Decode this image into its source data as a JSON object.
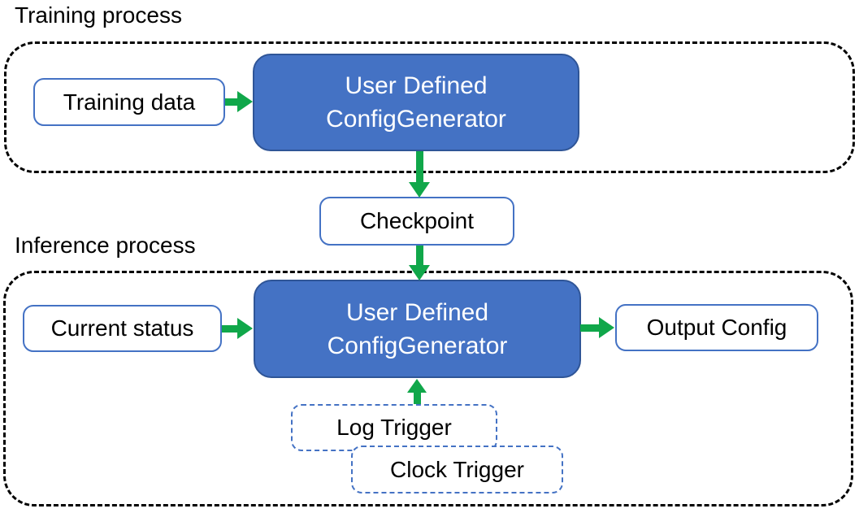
{
  "colors": {
    "accent_blue": "#4472C4",
    "accent_blue_border": "#2F5597",
    "arrow_green": "#10A74A",
    "outline_black": "#000000",
    "text_dark": "#000000",
    "node_text_white": "#FFFFFF",
    "background": "#FFFFFF"
  },
  "diagram": {
    "training": {
      "section_label": "Training process",
      "training_data_label": "Training data",
      "generator_label_line1": "User Defined",
      "generator_label_line2": "ConfigGenerator"
    },
    "checkpoint_label": "Checkpoint",
    "inference": {
      "section_label": "Inference process",
      "current_status_label": "Current status",
      "generator_label_line1": "User Defined",
      "generator_label_line2": "ConfigGenerator",
      "output_config_label": "Output Config",
      "log_trigger_label": "Log Trigger",
      "clock_trigger_label": "Clock Trigger"
    }
  }
}
